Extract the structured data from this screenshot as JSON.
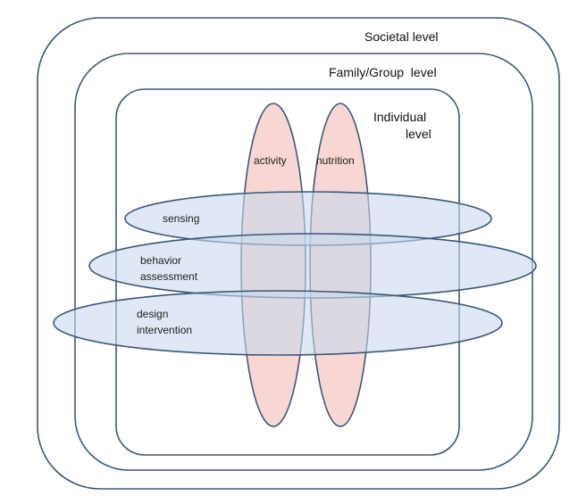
{
  "levels": {
    "societal": "Societal level",
    "family": "Family/Group  level",
    "individual_line1": "Individual",
    "individual_line2": "level"
  },
  "domains": {
    "activity": "activity",
    "nutrition": "nutrition"
  },
  "stages": {
    "sensing": "sensing",
    "behavior_line1": "behavior",
    "behavior_line2": "assessment",
    "design_line1": "design",
    "design_line2": "intervention"
  },
  "colors": {
    "stroke": "#3b5878",
    "pink": "#f7d6d3",
    "blue": "#d4e1ef"
  }
}
